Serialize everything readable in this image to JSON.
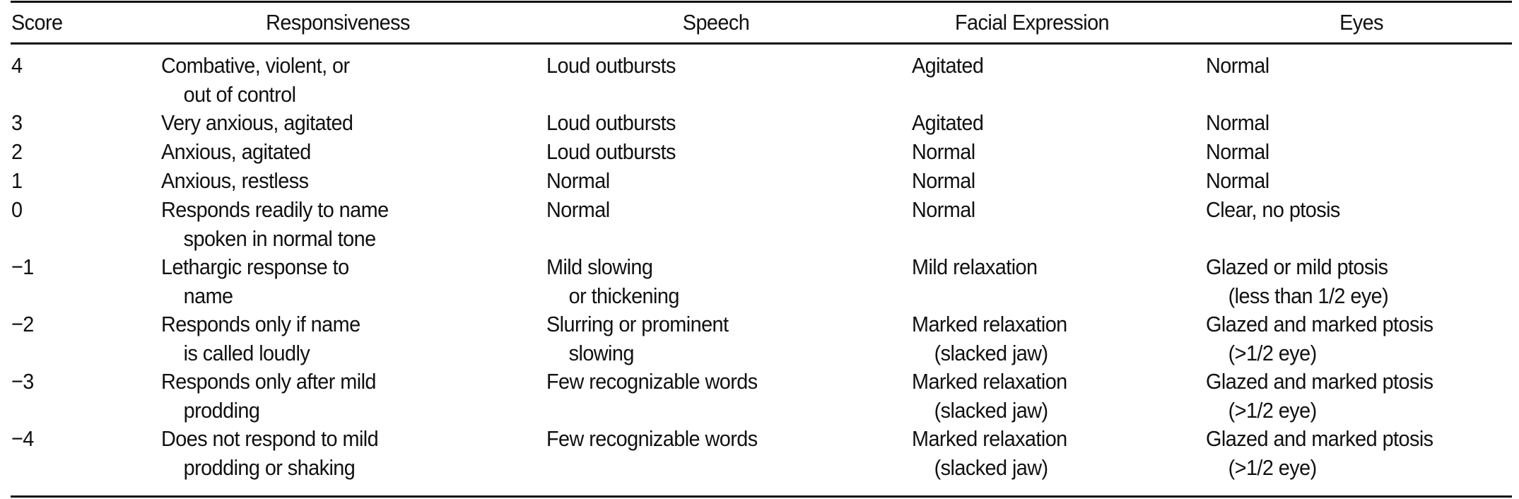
{
  "table": {
    "columns": [
      "Score",
      "Responsiveness",
      "Speech",
      "Facial Expression",
      "Eyes"
    ],
    "rows": [
      {
        "score": "4",
        "responsiveness": [
          "Combative, violent, or",
          "out of control"
        ],
        "speech": [
          "Loud outbursts"
        ],
        "facial": [
          "Agitated"
        ],
        "eyes": [
          "Normal"
        ]
      },
      {
        "score": "3",
        "responsiveness": [
          "Very anxious, agitated"
        ],
        "speech": [
          "Loud outbursts"
        ],
        "facial": [
          "Agitated"
        ],
        "eyes": [
          "Normal"
        ]
      },
      {
        "score": "2",
        "responsiveness": [
          "Anxious, agitated"
        ],
        "speech": [
          "Loud outbursts"
        ],
        "facial": [
          "Normal"
        ],
        "eyes": [
          "Normal"
        ]
      },
      {
        "score": "1",
        "responsiveness": [
          "Anxious, restless"
        ],
        "speech": [
          "Normal"
        ],
        "facial": [
          "Normal"
        ],
        "eyes": [
          "Normal"
        ]
      },
      {
        "score": "0",
        "responsiveness": [
          "Responds readily to name",
          "spoken in normal tone"
        ],
        "speech": [
          "Normal"
        ],
        "facial": [
          "Normal"
        ],
        "eyes": [
          "Clear, no ptosis"
        ]
      },
      {
        "score": "−1",
        "responsiveness": [
          "Lethargic response to",
          "name"
        ],
        "speech": [
          "Mild slowing",
          "or thickening"
        ],
        "facial": [
          "Mild relaxation"
        ],
        "eyes": [
          "Glazed or mild ptosis",
          "(less than 1/2 eye)"
        ]
      },
      {
        "score": "−2",
        "responsiveness": [
          "Responds only if name",
          "is called loudly"
        ],
        "speech": [
          "Slurring or prominent",
          "slowing"
        ],
        "facial": [
          "Marked relaxation",
          "(slacked jaw)"
        ],
        "eyes": [
          "Glazed and marked ptosis",
          "(>1/2 eye)"
        ]
      },
      {
        "score": "−3",
        "responsiveness": [
          "Responds only after mild",
          "prodding"
        ],
        "speech": [
          "Few recognizable words"
        ],
        "facial": [
          "Marked relaxation",
          "(slacked jaw)"
        ],
        "eyes": [
          "Glazed and marked ptosis",
          "(>1/2 eye)"
        ]
      },
      {
        "score": "−4",
        "responsiveness": [
          "Does not respond to mild",
          "prodding or shaking"
        ],
        "speech": [
          "Few recognizable words"
        ],
        "facial": [
          "Marked relaxation",
          "(slacked jaw)"
        ],
        "eyes": [
          "Glazed and marked ptosis",
          "(>1/2 eye)"
        ]
      }
    ]
  }
}
